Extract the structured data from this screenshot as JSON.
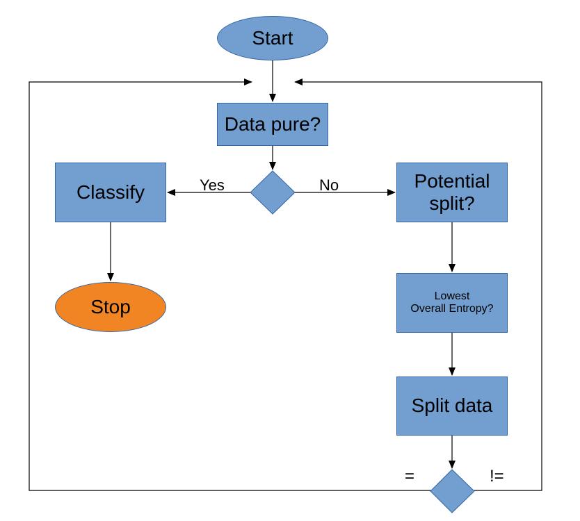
{
  "nodes": {
    "start": "Start",
    "data_pure": "Data pure?",
    "classify": "Classify",
    "stop": "Stop",
    "potential_split": "Potential split?",
    "lowest_entropy_line1": "Lowest",
    "lowest_entropy_line2": "Overall Entropy?",
    "split_data": "Split data"
  },
  "edge_labels": {
    "yes": "Yes",
    "no": "No",
    "equal": "=",
    "not_equal": "!="
  },
  "colors": {
    "box_fill": "#729fcf",
    "box_border": "#3465a4",
    "stop_fill": "#f18524",
    "line": "#000000"
  }
}
